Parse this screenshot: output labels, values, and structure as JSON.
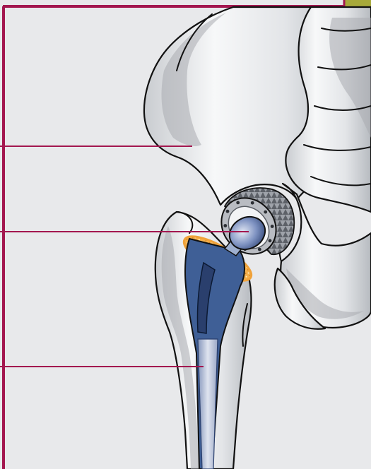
{
  "colors": {
    "background": "#e8e9eb",
    "frame": "#a3174f",
    "leader_line": "#a3174f",
    "corner_tab": "#a7a93a",
    "bone_light": "#f4f5f6",
    "bone_mid": "#d7d9dc",
    "bone_shadow": "#a9acb1",
    "outline": "#111111",
    "implant_blue": "#3f5f96",
    "implant_dark": "#2a3f6d",
    "implant_light": "#9fb0cf",
    "cup_metal": "#b9bcc2",
    "cup_dark": "#5b5f66",
    "cement_orange": "#f0a23a",
    "cement_light": "#ffd79a"
  },
  "figure": {
    "subject": "hip-replacement-illustration",
    "parts": [
      "pelvis",
      "acetabular-cup",
      "femoral-head",
      "femoral-stem",
      "bone-cement",
      "femur"
    ]
  },
  "callouts": [
    {
      "id": "callout-pelvis",
      "label": ""
    },
    {
      "id": "callout-femoral-head",
      "label": ""
    },
    {
      "id": "callout-femoral-stem",
      "label": ""
    }
  ]
}
